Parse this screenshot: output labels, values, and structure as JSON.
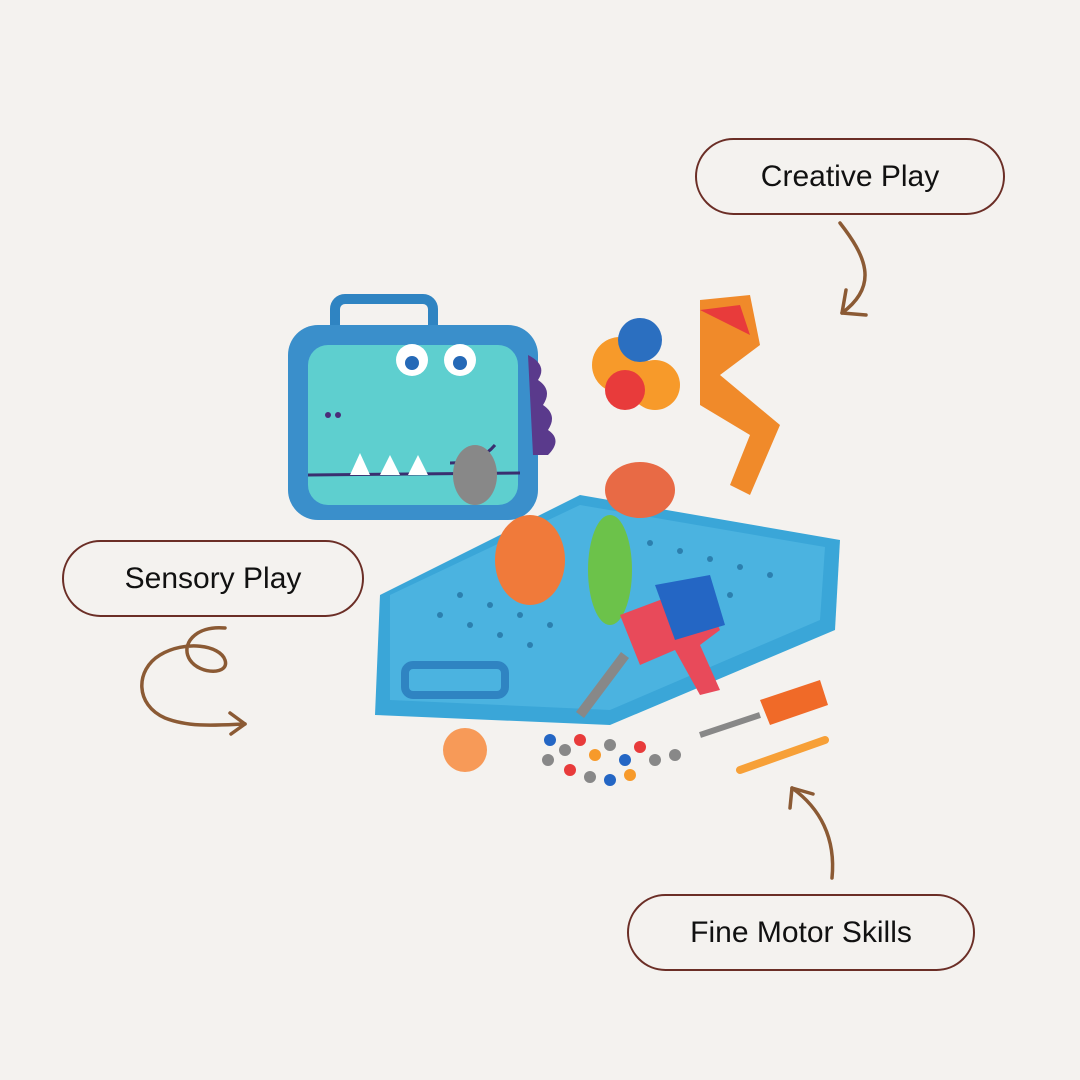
{
  "labels": {
    "creative": "Creative Play",
    "sensory": "Sensory Play",
    "fine_motor": "Fine Motor Skills"
  },
  "colors": {
    "background": "#f4f2ef",
    "pill_border": "#6b2e26",
    "arrow": "#8b5a34",
    "case_blue": "#3a9bd0",
    "board_teal": "#5ec9cc"
  },
  "product": {
    "name": "dinosaur-drill-toy-set"
  }
}
